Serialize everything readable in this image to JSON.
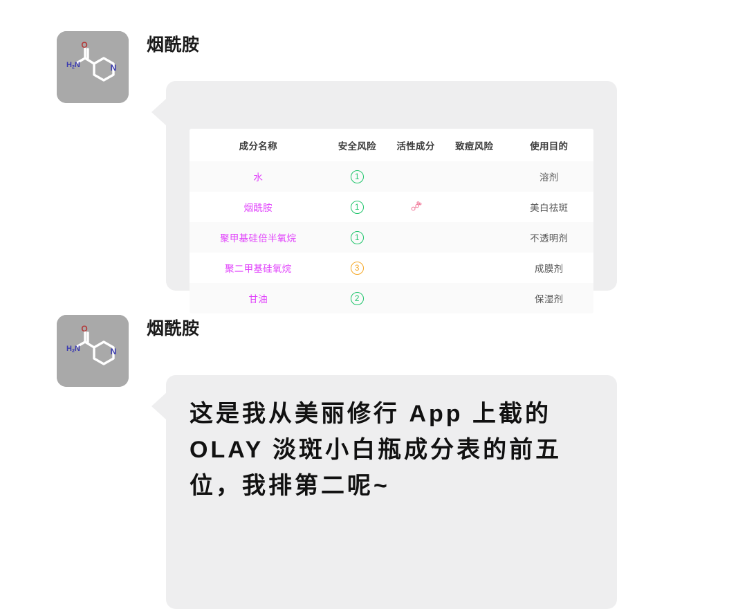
{
  "messages": [
    {
      "sender_name": "烟酰胺",
      "avatar_icon": "niacinamide-molecule-icon",
      "type": "table"
    },
    {
      "sender_name": "烟酰胺",
      "avatar_icon": "niacinamide-molecule-icon",
      "type": "text",
      "text": "这是我从美丽修行 App 上截的 OLAY 淡斑小白瓶成分表的前五位，我排第二呢~"
    }
  ],
  "ingredient_table": {
    "headers": [
      "成分名称",
      "安全风险",
      "活性成分",
      "致痘风险",
      "使用目的"
    ],
    "rows": [
      {
        "name": "水",
        "safety_risk": "1",
        "risk_level": "safe",
        "active": "",
        "acne_risk": "",
        "purpose": "溶剂"
      },
      {
        "name": "烟酰胺",
        "safety_risk": "1",
        "risk_level": "safe",
        "active": "molecule-icon",
        "acne_risk": "",
        "purpose": "美白祛斑"
      },
      {
        "name": "聚甲基硅倍半氧烷",
        "safety_risk": "1",
        "risk_level": "safe",
        "active": "",
        "acne_risk": "",
        "purpose": "不透明剂"
      },
      {
        "name": "聚二甲基硅氧烷",
        "safety_risk": "3",
        "risk_level": "warn",
        "active": "",
        "acne_risk": "",
        "purpose": "成膜剂"
      },
      {
        "name": "甘油",
        "safety_risk": "2",
        "risk_level": "safe",
        "active": "",
        "acne_risk": "",
        "purpose": "保湿剂"
      }
    ]
  },
  "colors": {
    "bubble_bg": "#eeeeef",
    "avatar_bg": "#a9a9a9",
    "ingredient_name": "#e040fb",
    "risk_safe": "#1ec46a",
    "risk_warn": "#f5a623",
    "active_icon": "#f2809f",
    "page_bg": "#ffffff"
  }
}
